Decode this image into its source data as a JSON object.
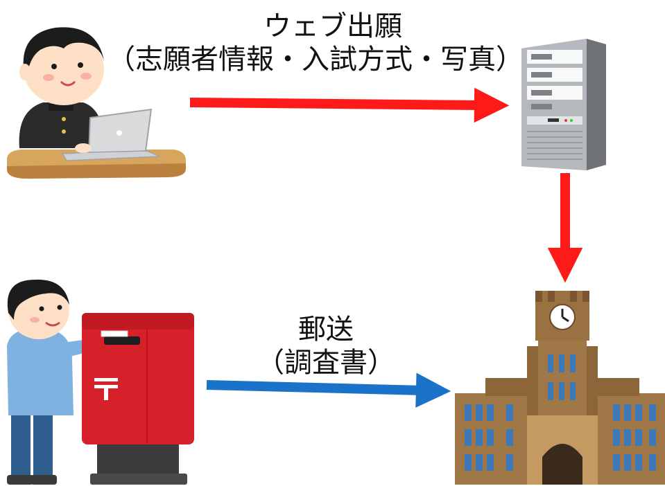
{
  "web_application": {
    "title": "ウェブ出願",
    "detail": "（志願者情報・入試方式・写真）",
    "arrow_color": "#ff1a1a"
  },
  "mail": {
    "title": "郵送",
    "detail": "（調査書）",
    "arrow_color": "#1a73c8"
  },
  "server_to_university": {
    "arrow_color": "#ff1a1a"
  },
  "icons": {
    "student_laptop": "student-with-laptop",
    "server": "server-tower",
    "person_mailbox": "person-at-mailbox",
    "university": "university-clock-tower"
  }
}
